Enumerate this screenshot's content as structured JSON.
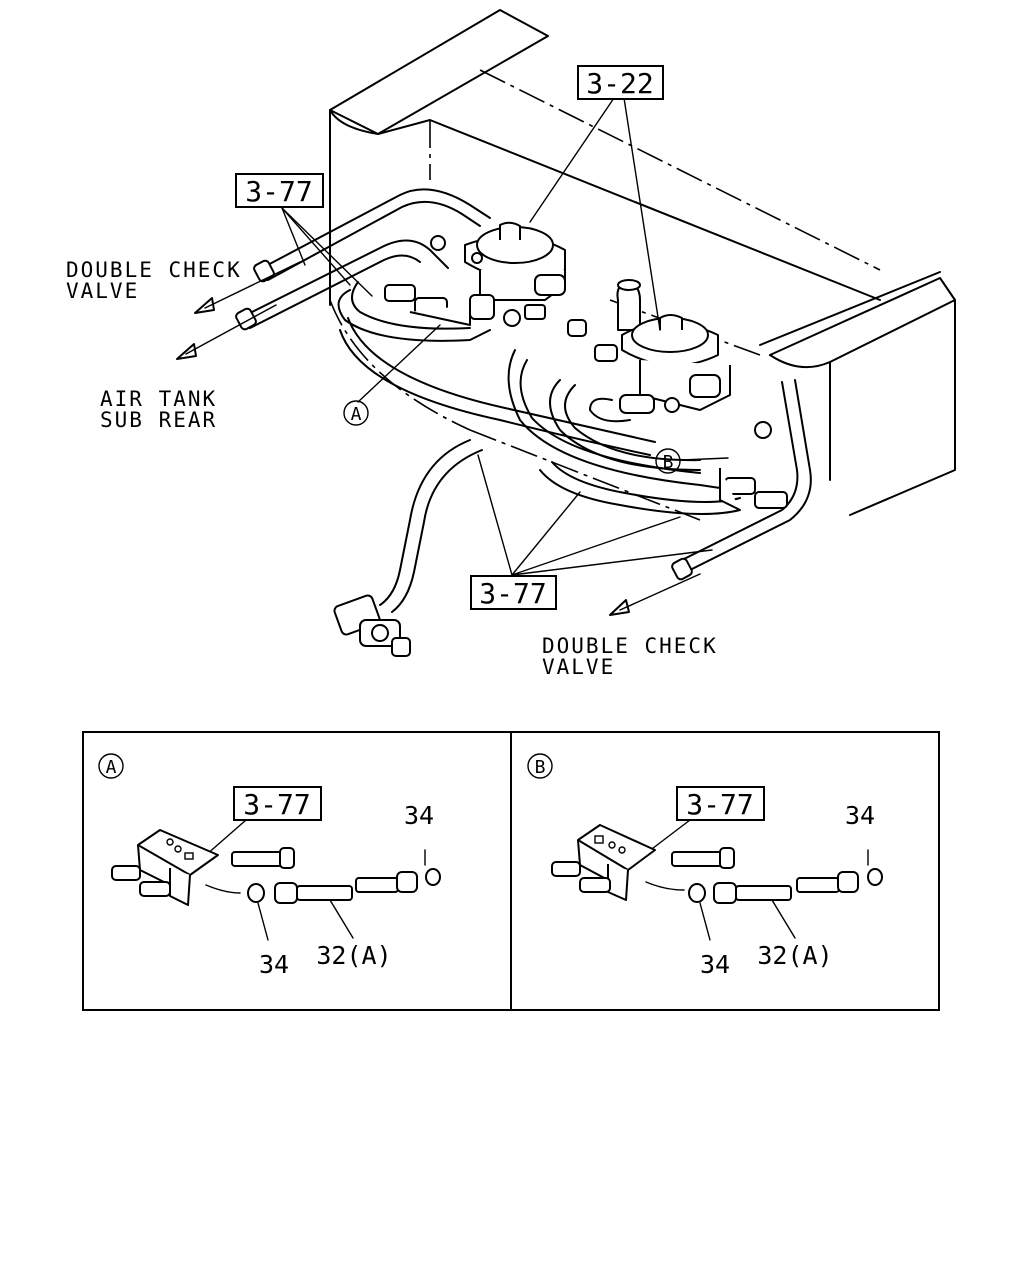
{
  "callouts": {
    "ref_322": "3-22",
    "ref_377_left": "3-77",
    "ref_377_bottom": "3-77",
    "detail_a_ref": "3-77",
    "detail_b_ref": "3-77"
  },
  "notes": {
    "double_check_left_line1": "DOUBLE CHECK",
    "double_check_left_line2": "VALVE",
    "air_tank_line1": "AIR TANK",
    "air_tank_line2": "SUB REAR",
    "double_check_right_line1": "DOUBLE CHECK",
    "double_check_right_line2": "VALVE"
  },
  "markers": {
    "a": "A",
    "b": "B"
  },
  "detail_a": {
    "marker": "A",
    "part_34_top": "34",
    "part_34_bottom": "34",
    "part_32": "32(A)"
  },
  "detail_b": {
    "marker": "B",
    "part_34_top": "34",
    "part_34_bottom": "34",
    "part_32": "32(A)"
  }
}
